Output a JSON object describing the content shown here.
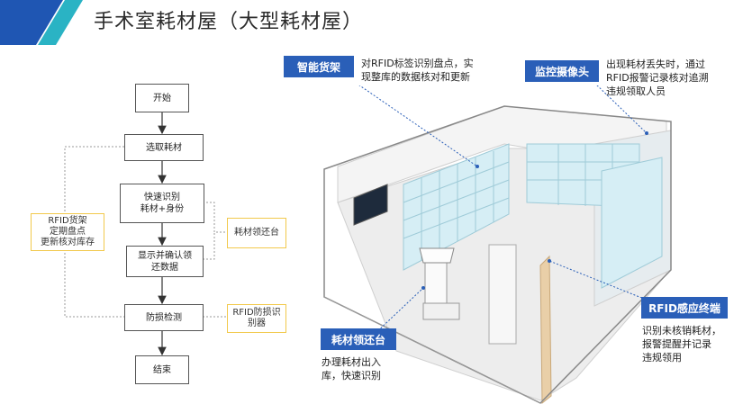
{
  "title": "手术室耗材屋（大型耗材屋）",
  "colors": {
    "accent_dark": "#1f56b3",
    "accent_teal": "#2ab3c4",
    "tag_blue": "#2a5fb8",
    "side_border": "#f2c94c"
  },
  "flow": {
    "start": "开始",
    "select": "选取耗材",
    "identify": "快速识别\n耗材+身份",
    "confirm": "显示并确认领\n还数据",
    "check": "防损检测",
    "end": "结束"
  },
  "side": {
    "shelf": "RFID货架\n定期盘点\n更新核对库存",
    "station": "耗材领还台",
    "antitheft": "RFID防损识\n别器"
  },
  "callouts": {
    "smart_shelf": {
      "tag": "智能货架",
      "desc": "对RFID标签识别盘点，实\n现整库的数据核对和更新"
    },
    "camera": {
      "tag": "监控摄像头",
      "desc": "出现耗材丢失时，通过\nRFID报警记录核对追溯\n违规领取人员"
    },
    "rfid_gate": {
      "tag": "RFID感应终端",
      "desc": "识别未核销耗材，\n报警提醒并记录\n违规领用"
    },
    "kiosk": {
      "tag": "耗材领还台",
      "desc": "办理耗材出入\n库，快速识别"
    }
  }
}
